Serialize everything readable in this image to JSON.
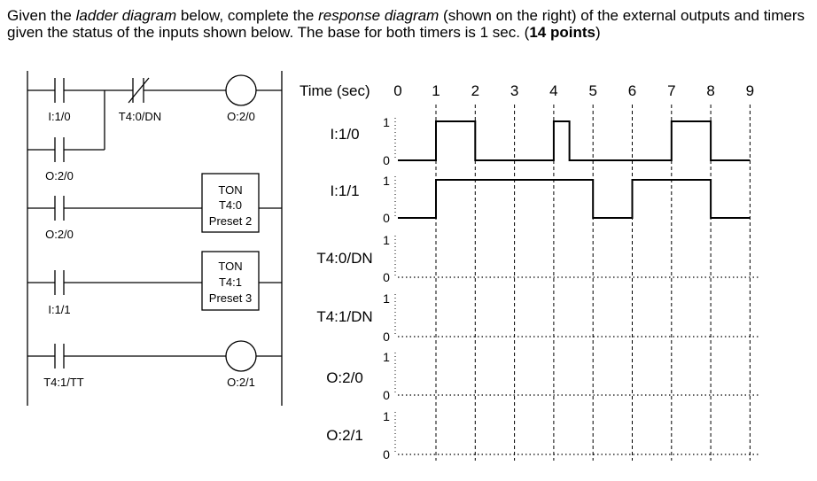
{
  "question": {
    "t1": "Given the ",
    "t2": "ladder diagram",
    "t3": " below, complete the ",
    "t4": "response diagram",
    "t5": " (shown on the right) of the external outputs and timers given the status of the inputs shown below. The base for both timers is 1 sec. (",
    "t6": "14 points",
    "t7": ")"
  },
  "ladder": {
    "rung1": {
      "contact1": "I:1/0",
      "contact2": "T4:0/DN",
      "coil": "O:2/0"
    },
    "branch1": {
      "contact": "O:2/0"
    },
    "rung2": {
      "contact": "O:2/0",
      "box": {
        "type": "TON",
        "timer": "T4:0",
        "preset": "Preset 2"
      }
    },
    "rung3": {
      "contact": "I:1/1",
      "box": {
        "type": "TON",
        "timer": "T4:1",
        "preset": "Preset 3"
      }
    },
    "rung4": {
      "contact": "T4:1/TT",
      "coil": "O:2/1"
    }
  },
  "timing": {
    "time_label": "Time (sec)",
    "ticks": [
      "0",
      "1",
      "2",
      "3",
      "4",
      "5",
      "6",
      "7",
      "8",
      "9"
    ],
    "level_high": "1",
    "level_low": "0",
    "signals": [
      {
        "name": "I:1/0",
        "given": true,
        "transitions": [
          [
            0,
            0
          ],
          [
            1,
            1
          ],
          [
            2,
            0
          ],
          [
            4,
            1
          ],
          [
            4.4,
            0
          ],
          [
            7,
            1
          ],
          [
            8,
            0
          ]
        ],
        "end": 9
      },
      {
        "name": "I:1/1",
        "given": true,
        "transitions": [
          [
            0,
            0
          ],
          [
            1,
            1
          ],
          [
            5,
            0
          ],
          [
            6,
            1
          ],
          [
            8,
            0
          ]
        ],
        "end": 9
      },
      {
        "name": "T4:0/DN",
        "given": false
      },
      {
        "name": "T4:1/DN",
        "given": false
      },
      {
        "name": "O:2/0",
        "given": false
      },
      {
        "name": "O:2/1",
        "given": false
      }
    ]
  }
}
